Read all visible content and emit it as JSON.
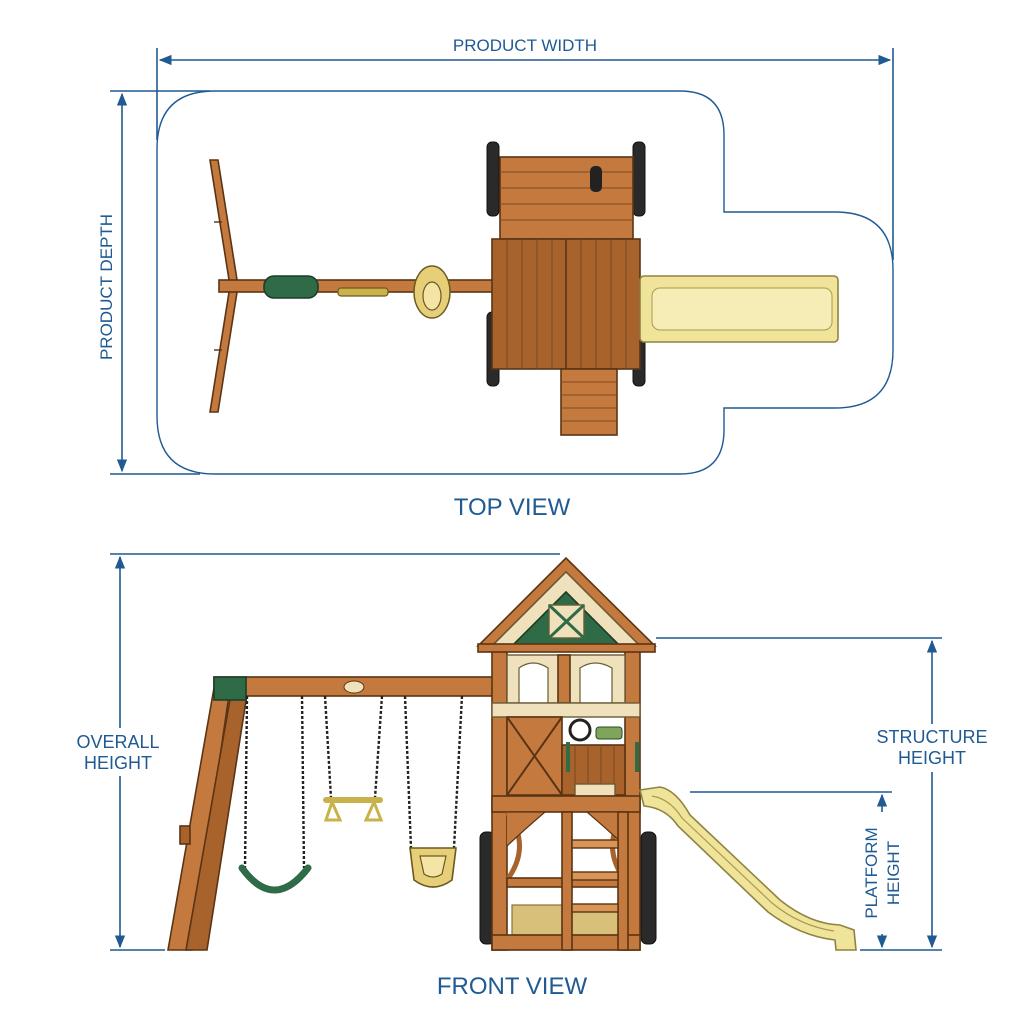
{
  "diagram": {
    "top_view": {
      "title": "TOP VIEW",
      "width_label": "PRODUCT WIDTH",
      "depth_label": "PRODUCT DEPTH"
    },
    "front_view": {
      "title": "FRONT VIEW",
      "overall_height_line1": "OVERALL",
      "overall_height_line2": "HEIGHT",
      "structure_height_line1": "STRUCTURE",
      "structure_height_line2": "HEIGHT",
      "platform_height_line1": "PLATFORM",
      "platform_height_line2": "HEIGHT"
    }
  },
  "colors": {
    "dimension_blue": "#1f5a93",
    "wood": "#c47a3e",
    "green": "#2f6b46",
    "slide_yellow": "#f0e39a"
  }
}
